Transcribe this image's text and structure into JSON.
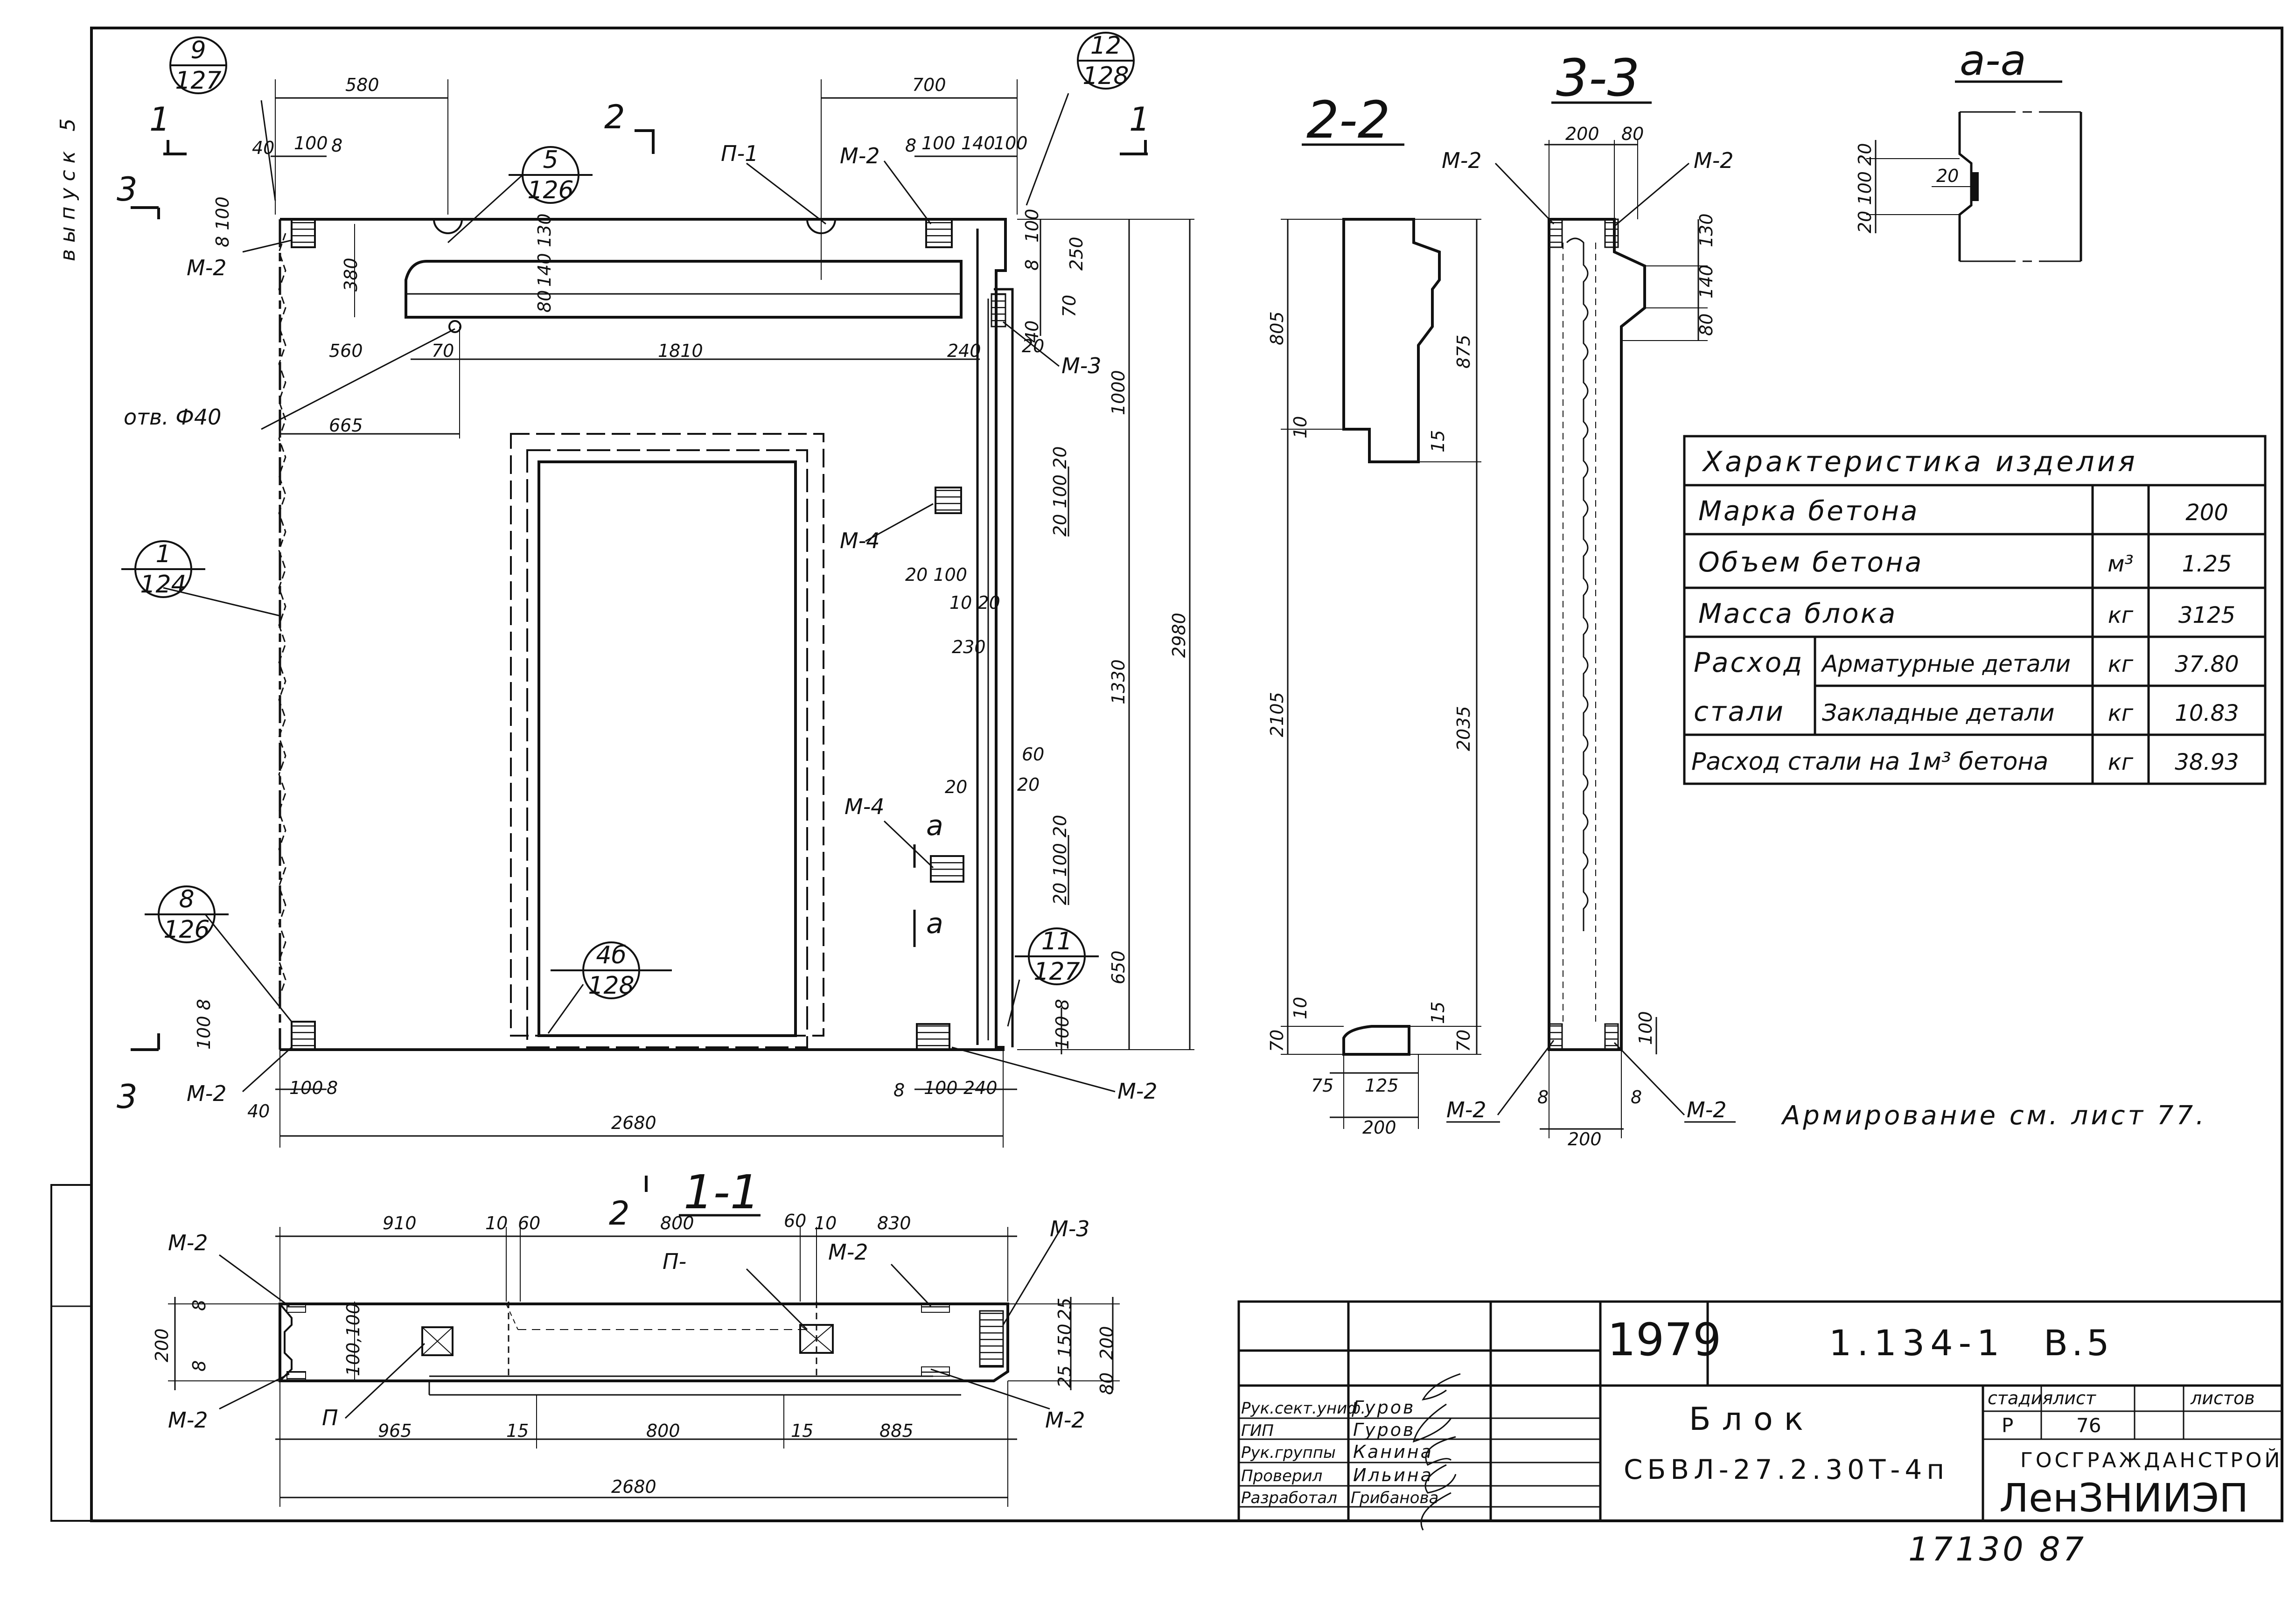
{
  "side_label": "выпуск 5",
  "sections": {
    "s11": "1-1",
    "s22": "2-2",
    "s33": "3-3",
    "aa": "а-а",
    "cut1": "1",
    "cut2": "2",
    "cut3": "3",
    "mark_a": "а"
  },
  "callouts": [
    {
      "top": "9",
      "bottom": "127"
    },
    {
      "top": "12",
      "bottom": "128"
    },
    {
      "top": "5",
      "bottom": "126"
    },
    {
      "top": "1",
      "bottom": "124"
    },
    {
      "top": "8",
      "bottom": "126"
    },
    {
      "top": "4б",
      "bottom": "128"
    },
    {
      "top": "11",
      "bottom": "127"
    }
  ],
  "part_labels": {
    "m2": "М-2",
    "m3": "М-3",
    "m4": "М-4",
    "p1": "П-1",
    "p_short": "П-",
    "p": "П",
    "hole": "отв. Ф40"
  },
  "dims_front": {
    "d580": "580",
    "d700": "700",
    "d40a": "40",
    "d100a": "100",
    "d8a": "8",
    "d8b": "8",
    "d100b": "100",
    "d140": "140",
    "d100c": "100",
    "d8_100": "8 100",
    "d380": "380",
    "d130": "130",
    "d140v": "140",
    "d80v": "80",
    "d560": "560",
    "d70": "70",
    "d1810": "1810",
    "d240": "240",
    "d665": "665",
    "d100r": "100",
    "d8r": "8",
    "d250": "250",
    "d70r": "70",
    "d40r": "40",
    "d20r": "20",
    "d1000": "1000",
    "d2980": "2980",
    "d1330": "1330",
    "d650": "650",
    "d20_100_20a": "20 100 20",
    "d20_100": "20 100",
    "d10_20": "10 20",
    "d230": "230",
    "d60": "60",
    "d20b": "20",
    "d20c": "20",
    "d20_100_20b": "20 100 20",
    "d100_8": "100 8",
    "d100_8b": "100 8",
    "d40b": "40",
    "d100d": "100",
    "d8c": "8",
    "d8d": "8",
    "d100e": "100",
    "d240b": "240",
    "d2680": "2680"
  },
  "dims_22": {
    "d805": "805",
    "d10": "10",
    "d875": "875",
    "d15": "15",
    "d2105": "2105",
    "d2035": "2035",
    "d70a": "70",
    "d10b": "10",
    "d15b": "15",
    "d70b": "70",
    "d75": "75",
    "d125": "125",
    "d200": "200"
  },
  "dims_33": {
    "d200t": "200",
    "d80t": "80",
    "d130": "130",
    "d140": "140",
    "d80": "80",
    "d8l": "8",
    "d100l": "100",
    "d8r": "8",
    "d200b": "200"
  },
  "dims_aa": {
    "v": "20 100 20",
    "i": "20"
  },
  "dims_11": {
    "d910": "910",
    "d10a": "10",
    "d60a": "60",
    "d800": "800",
    "d60b": "60",
    "d10b": "10",
    "d830": "830",
    "d200": "200",
    "d8a": "8",
    "d8b": "8",
    "d100_100": "100,100",
    "d25a": "25",
    "d150": "150",
    "d25b": "25",
    "d200r": "200",
    "d80": "80",
    "d965": "965",
    "d15a": "15",
    "d800b": "800",
    "d15b": "15",
    "d885": "885",
    "d2680": "2680"
  },
  "spec_table": {
    "title": "Характеристика изделия",
    "rows": [
      {
        "label": "Марка бетона",
        "unit": "",
        "value": "200"
      },
      {
        "label": "Объем бетона",
        "unit": "м³",
        "value": "1.25"
      },
      {
        "label": "Масса блока",
        "unit": "кг",
        "value": "3125"
      }
    ],
    "steel_label1": "Расход",
    "steel_label2": "стали",
    "steel_rows": [
      {
        "label": "Арматурные детали",
        "unit": "кг",
        "value": "37.80"
      },
      {
        "label": "Закладные детали",
        "unit": "кг",
        "value": "10.83"
      }
    ],
    "last_row": {
      "label": "Расход стали на 1м³ бетона",
      "unit": "кг",
      "value": "38.93"
    }
  },
  "note": "Армирование см. лист 77.",
  "title_block": {
    "year": "1979",
    "series": "1.134-1",
    "issue": "В.5",
    "name": "Блок",
    "mark": "СБВЛ-27.2.30Т-4п",
    "stage_h": "стадия",
    "sheet_h": "лист",
    "sheets_h": "листов",
    "stage": "Р",
    "sheet": "76",
    "org1": "ГОСГРАЖДАНСТРОЙ",
    "org2": "ЛенЗНИИЭП",
    "roles": [
      {
        "role": "Рук.сект.униф.",
        "name": "Гуров"
      },
      {
        "role": "ГИП",
        "name": "Гуров"
      },
      {
        "role": "Рук.группы",
        "name": "Канина"
      },
      {
        "role": "Проверил",
        "name": "Ильина"
      },
      {
        "role": "Разработал",
        "name": "Грибанова"
      }
    ]
  },
  "stamp_bottom": "17130 87"
}
